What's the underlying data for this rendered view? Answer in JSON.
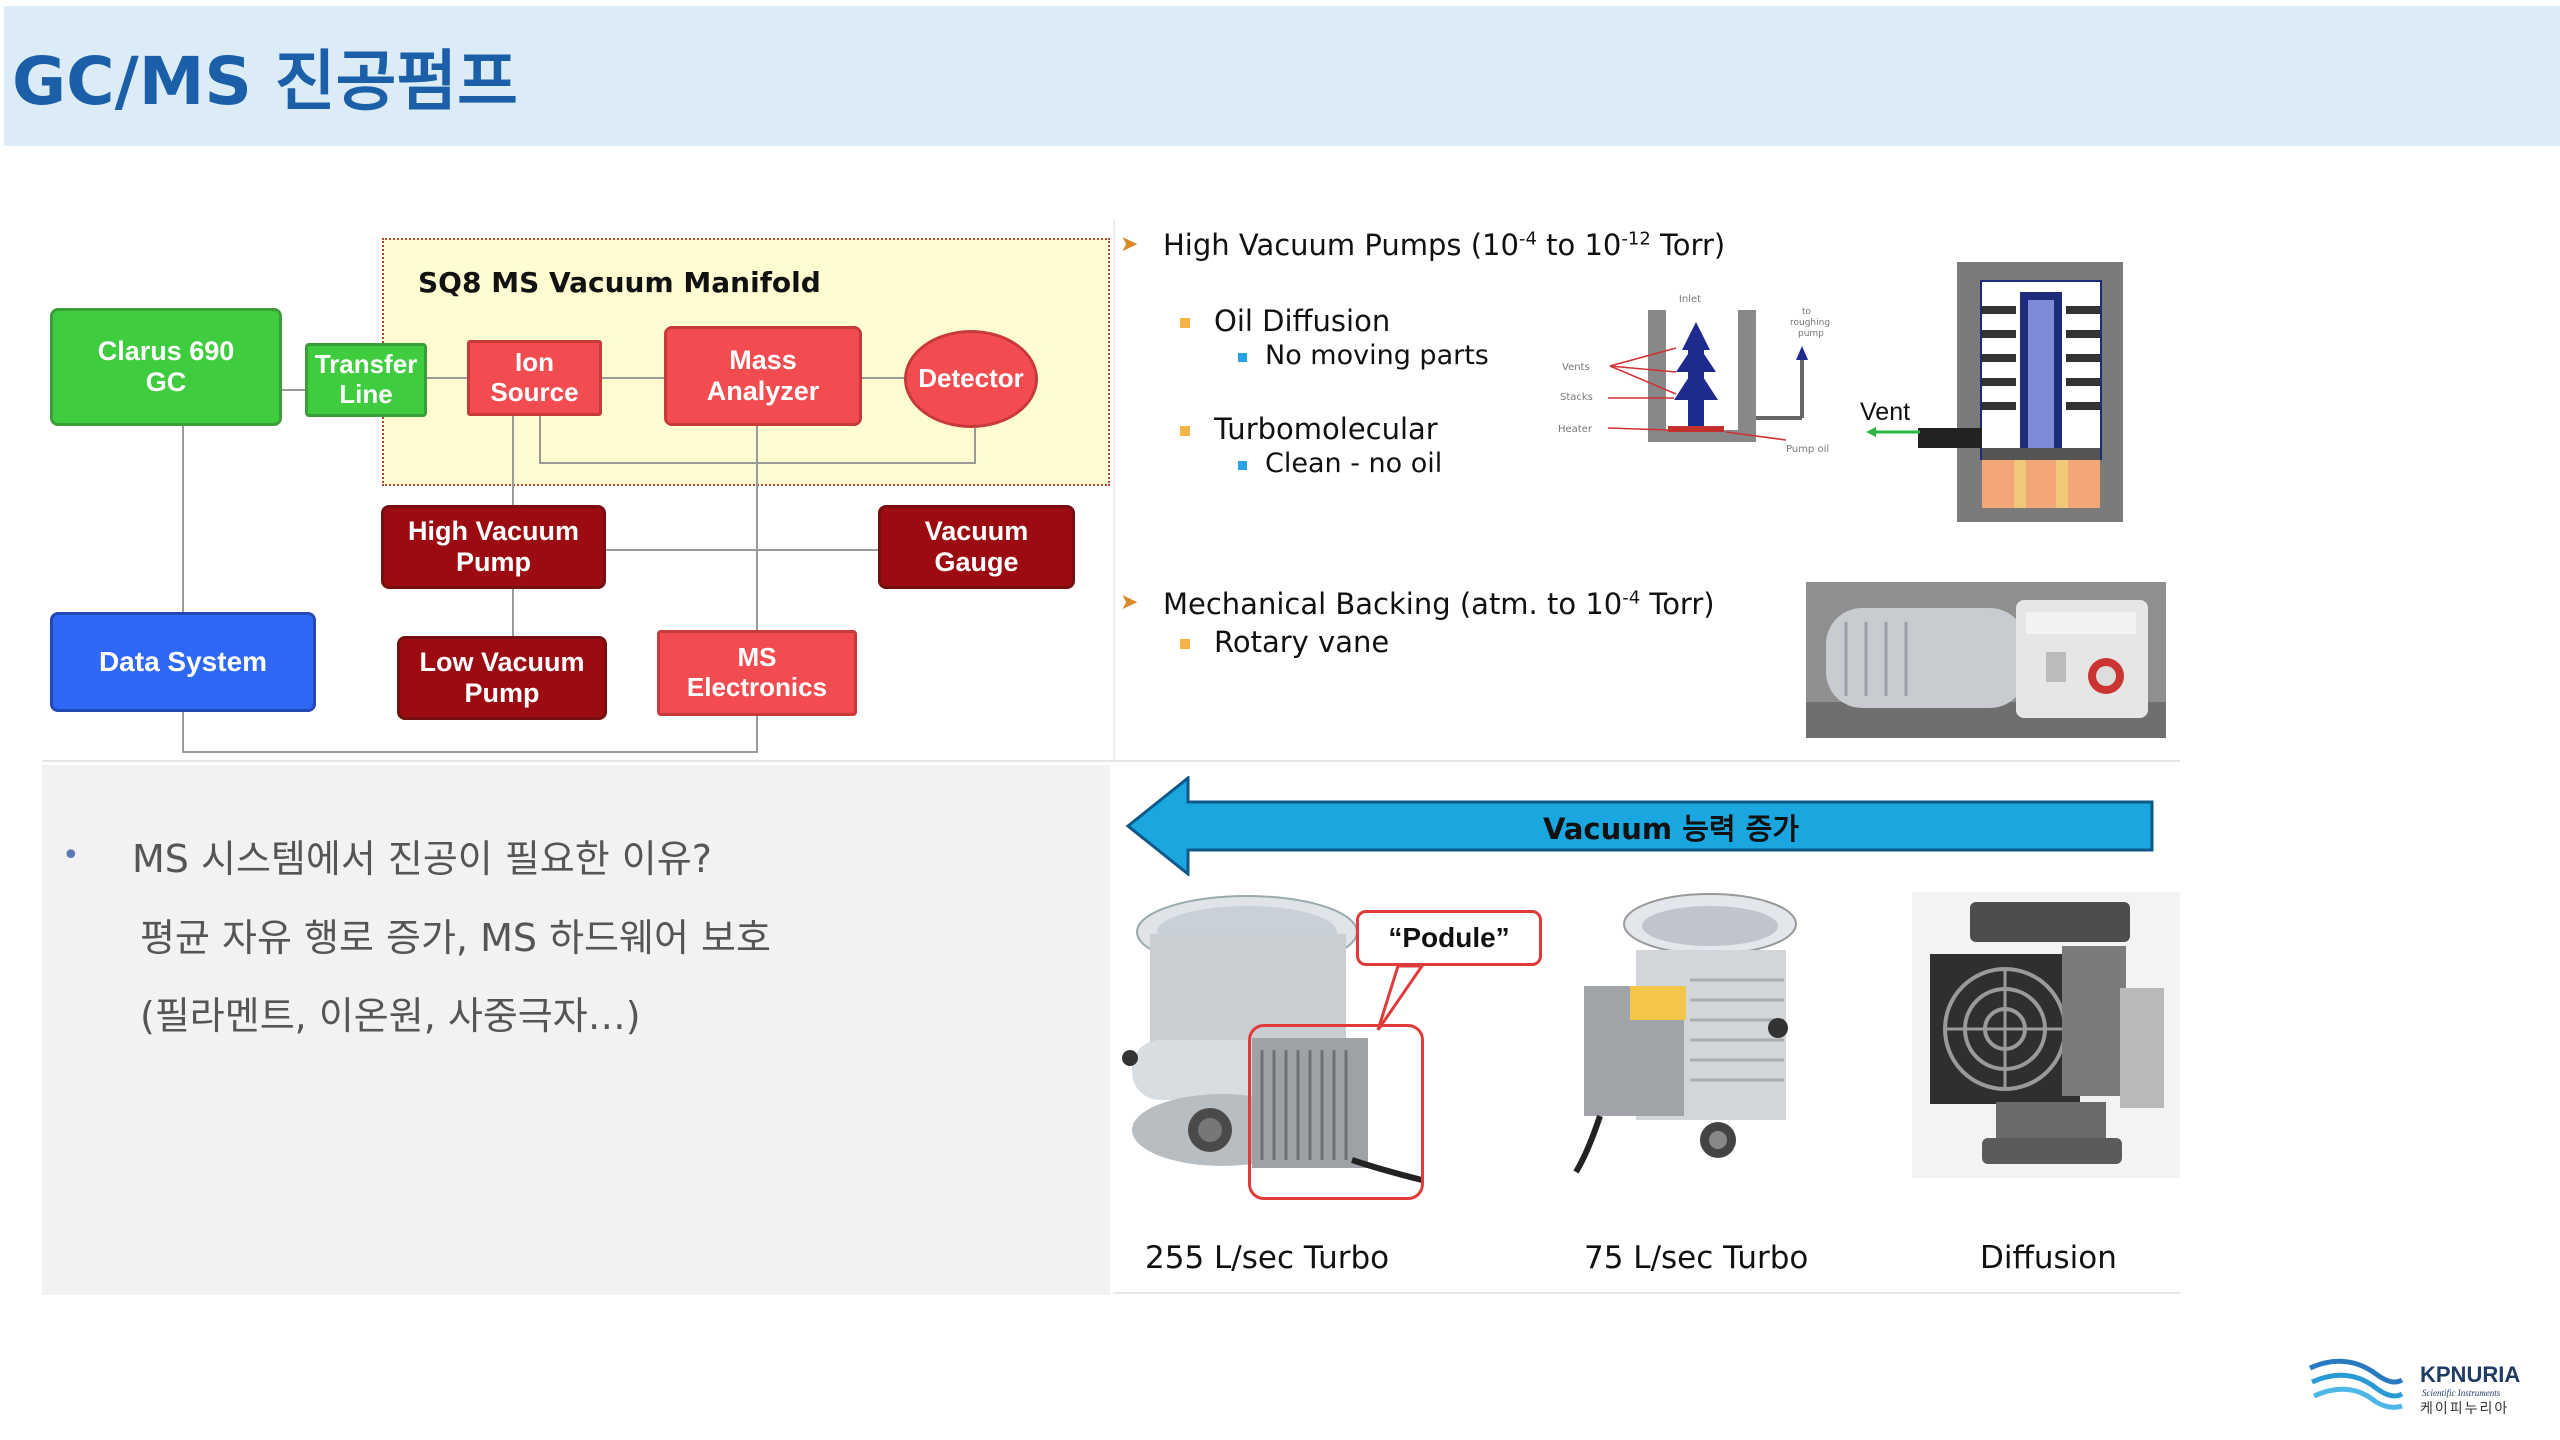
{
  "header": {
    "title": "GC/MS 진공펌프"
  },
  "diagram": {
    "manifold_title": "SQ8 MS  Vacuum Manifold",
    "boxes": {
      "clarus": "Clarus 690\nGC",
      "transfer": "Transfer\nLine",
      "ion_source": "Ion\nSource",
      "mass_analyzer": "Mass\nAnalyzer",
      "detector": "Detector",
      "high_vacuum_pump": "High Vacuum\nPump",
      "vacuum_gauge": "Vacuum\nGauge",
      "data_system": "Data System",
      "low_vacuum_pump": "Low Vacuum\nPump",
      "ms_electronics": "MS\nElectronics"
    }
  },
  "pumps_info": {
    "high_vacuum": {
      "prefix": "High Vacuum Pumps (10",
      "exp1": "-4",
      "middle": " to 10",
      "exp2": "-12",
      "suffix": " Torr)"
    },
    "oil_diffusion": "Oil Diffusion",
    "oil_diffusion_note": "No moving parts",
    "turbomolecular": "Turbomolecular",
    "turbo_note": "Clean - no oil",
    "mechanical": {
      "prefix": "Mechanical Backing (atm. to 10",
      "exp": "-4",
      "suffix": " Torr)"
    },
    "rotary": "Rotary vane",
    "diffusion_diagram_labels": {
      "inlet": "Inlet",
      "to_roughing": "to\nroughing\npump",
      "vents": "Vents",
      "stacks": "Stacks",
      "heater": "Heater",
      "pump_oil": "Pump oil"
    },
    "vent_label": "Vent"
  },
  "arrow_label": "Vacuum 능력 증가",
  "podule_label": "“Podule”",
  "captions": [
    "255 L/sec Turbo",
    "75 L/sec Turbo",
    "Diffusion"
  ],
  "question": {
    "bullet": "•",
    "line1": "MS 시스템에서 진공이 필요한 이유?",
    "line2": "평균 자유 행로 증가, MS 하드웨어 보호",
    "line3": "(필라멘트, 이온원, 사중극자…)"
  },
  "logo": {
    "name": "KPNURIA",
    "sub": "Scientific Instruments",
    "korean": "케이피누리아"
  },
  "colors": {
    "title": "#1a5fa7",
    "green": "#3fcc3f",
    "red": "#f24c51",
    "dark_red": "#9c0b11",
    "blue": "#2f68f4",
    "arrow": "#1aa6df"
  }
}
